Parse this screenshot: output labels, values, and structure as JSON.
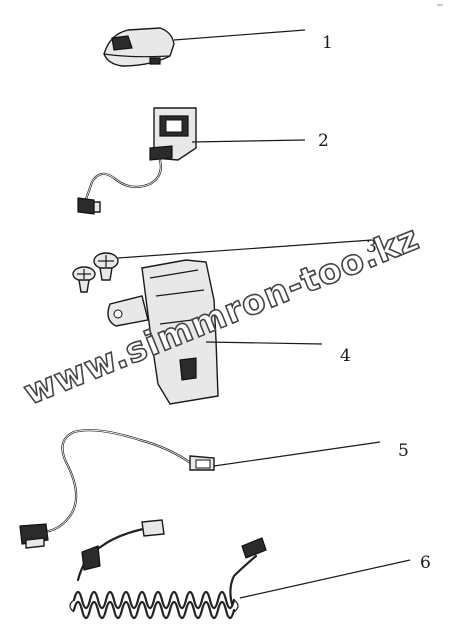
{
  "parts": [
    {
      "id": "cap",
      "label": "1"
    },
    {
      "id": "connector-box",
      "label": "2"
    },
    {
      "id": "screws",
      "label": "3"
    },
    {
      "id": "mount-bracket",
      "label": "4"
    },
    {
      "id": "wire-harness",
      "label": "5"
    },
    {
      "id": "coiled-cable",
      "label": "6"
    }
  ],
  "watermark": "www.simmron-too.kz",
  "corner_mark": "ᵛᵐ"
}
